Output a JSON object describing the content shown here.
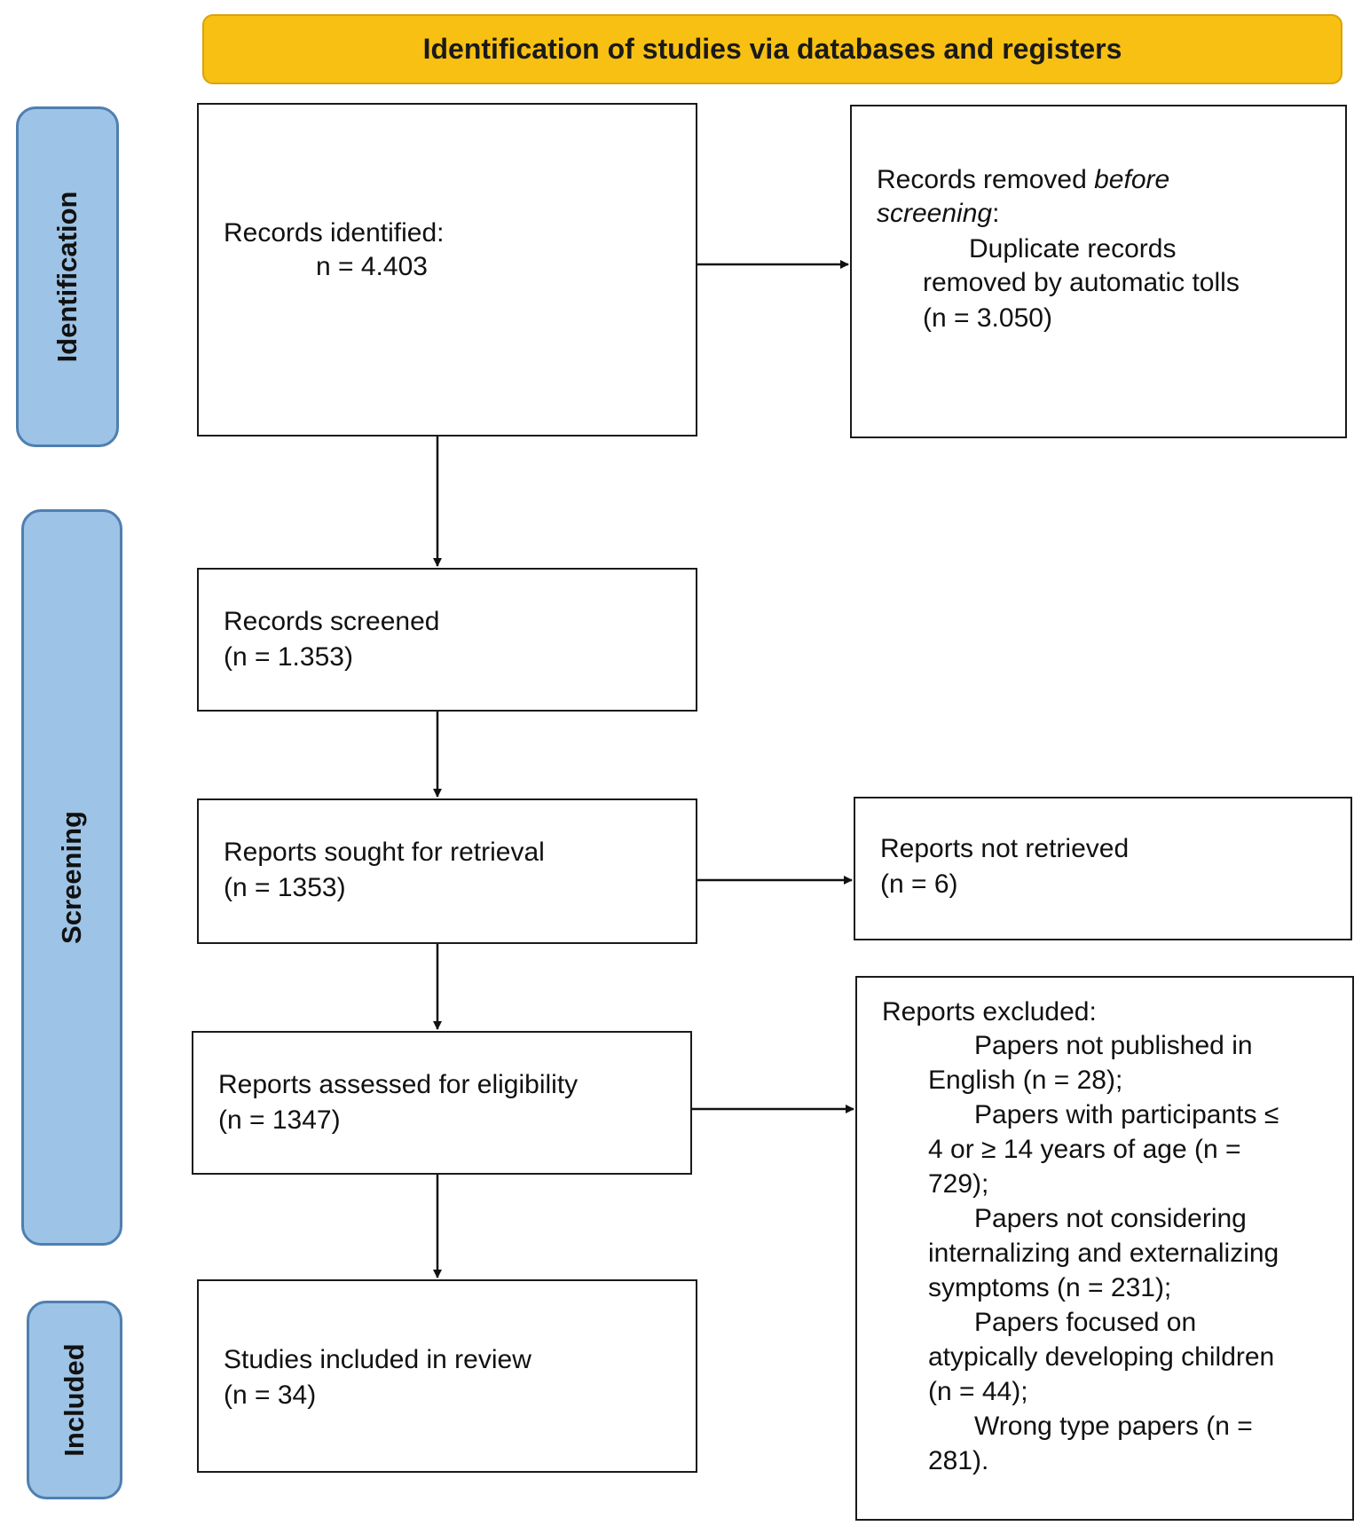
{
  "header": {
    "title": "Identification of studies via databases and registers"
  },
  "phases": {
    "identification": "Identification",
    "screening": "Screening",
    "included": "Included"
  },
  "boxes": {
    "records_identified": {
      "label": "Records identified:",
      "count": "n = 4.403"
    },
    "records_removed": {
      "label_prefix": "Records removed ",
      "label_italic_1": "before",
      "label_italic_2": "screening",
      "label_suffix": ":",
      "item_line_1": "Duplicate records",
      "item_line_2": "removed by automatic tolls",
      "item_count": "(n = 3.050)"
    },
    "records_screened": {
      "label": "Records screened",
      "count": "(n = 1.353)"
    },
    "reports_sought": {
      "label": "Reports sought for retrieval",
      "count": "(n = 1353)"
    },
    "reports_not_retrieved": {
      "label": "Reports not retrieved",
      "count": "(n = 6)"
    },
    "reports_assessed": {
      "label": "Reports assessed for eligibility",
      "count": "(n = 1347)"
    },
    "reports_excluded": {
      "label": "Reports excluded:",
      "lines": [
        "Papers not published in",
        "English (n = 28);",
        "Papers with participants ≤",
        "4 or ≥ 14 years of age (n =",
        "729);",
        "Papers not considering",
        "internalizing and externalizing",
        "symptoms (n = 231);",
        "Papers focused on",
        "atypically developing children",
        "(n = 44);",
        "Wrong type papers (n =",
        "281)."
      ]
    },
    "studies_included": {
      "label": "Studies included in review",
      "count": "(n = 34)"
    }
  }
}
